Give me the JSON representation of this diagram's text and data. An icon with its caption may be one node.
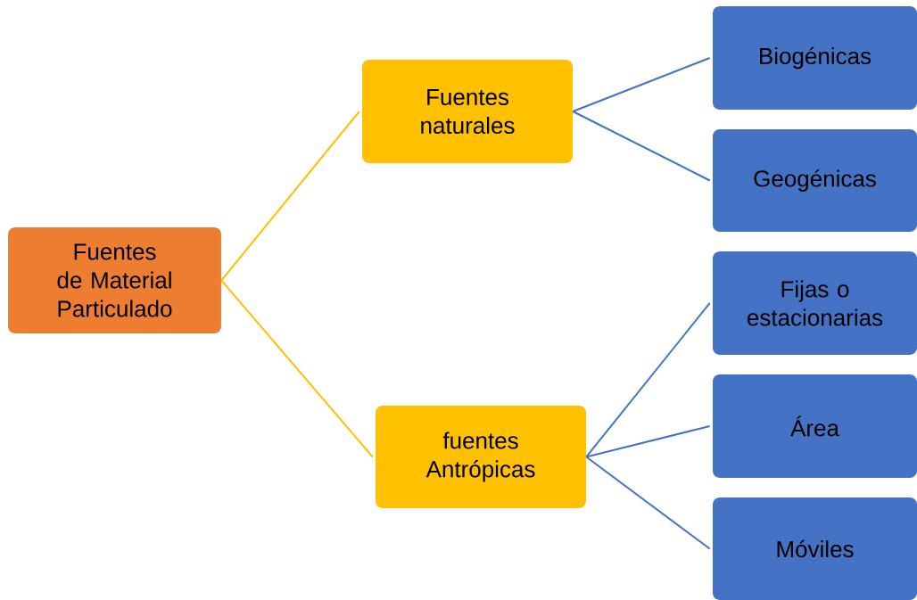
{
  "diagram": {
    "nodes": [
      {
        "text": [
          "Fuentes de Material Particulado"
        ]
      },
      {
        "text": [
          "Fuentes naturales"
        ]
      },
      {
        "text": [
          "fuentes Antrópicas"
        ]
      },
      {
        "text": [
          "Biogénicas"
        ]
      },
      {
        "text": [
          "Geogénicas"
        ]
      },
      {
        "text": [
          "Fijas o estacionarias"
        ]
      },
      {
        "text": [
          "Área"
        ]
      },
      {
        "text": [
          "Móviles"
        ]
      }
    ],
    "edges": [
      {
        "from": 0,
        "to": 1,
        "arrow": "none",
        "color": "#ffc000"
      },
      {
        "from": 0,
        "to": 2,
        "arrow": "none",
        "color": "#ffc000"
      },
      {
        "from": 1,
        "to": 3,
        "arrow": "none"
      },
      {
        "from": 1,
        "to": 4,
        "arrow": "none"
      },
      {
        "from": 2,
        "to": 5,
        "arrow": "none"
      },
      {
        "from": 2,
        "to": 6,
        "arrow": "none"
      },
      {
        "from": 2,
        "to": 7,
        "arrow": "none"
      }
    ]
  }
}
